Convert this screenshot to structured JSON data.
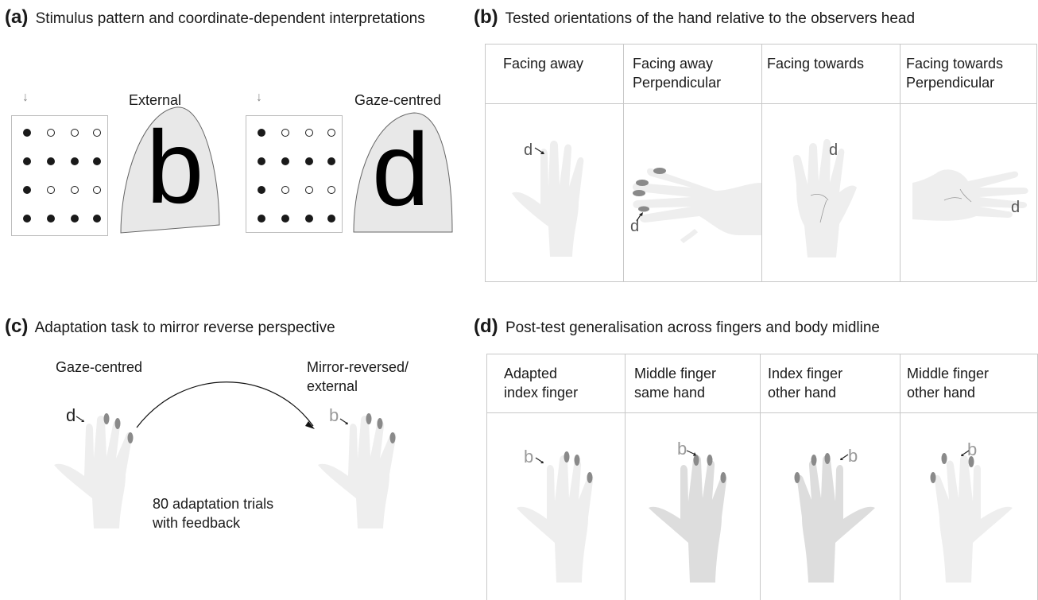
{
  "panel_a": {
    "tag": "(a)",
    "title": "Stimulus pattern and coordinate-dependent interpretations",
    "left_label": "External",
    "left_letter": "b",
    "right_label": "Gaze-centred",
    "right_letter": "d",
    "arrow_glyph": "↓",
    "left_grid": [
      [
        1,
        0,
        0,
        0
      ],
      [
        1,
        1,
        1,
        1
      ],
      [
        1,
        0,
        0,
        0
      ],
      [
        1,
        1,
        1,
        1
      ]
    ],
    "right_grid": [
      [
        1,
        0,
        0,
        0
      ],
      [
        1,
        1,
        1,
        1
      ],
      [
        1,
        0,
        0,
        0
      ],
      [
        1,
        1,
        1,
        1
      ]
    ]
  },
  "panel_b": {
    "tag": "(b)",
    "title": "Tested orientations of the hand relative to the observers head",
    "columns": [
      {
        "line1": "Facing away",
        "line2": ""
      },
      {
        "line1": "Facing away",
        "line2": "Perpendicular"
      },
      {
        "line1": "Facing towards",
        "line2": ""
      },
      {
        "line1": "Facing towards",
        "line2": "Perpendicular"
      }
    ],
    "letters": [
      "d",
      "d",
      "d",
      "d"
    ]
  },
  "panel_c": {
    "tag": "(c)",
    "title": "Adaptation task to mirror reverse perspective",
    "left_label": "Gaze-centred",
    "right_label_line1": "Mirror-reversed/",
    "right_label_line2": "external",
    "left_letter": "d",
    "right_letter": "b",
    "caption_line1": "80 adaptation trials",
    "caption_line2": "with feedback"
  },
  "panel_d": {
    "tag": "(d)",
    "title": "Post-test generalisation across fingers and body midline",
    "columns": [
      {
        "line1": "Adapted",
        "line2": "index finger"
      },
      {
        "line1": "Middle finger",
        "line2": "same hand"
      },
      {
        "line1": "Index finger",
        "line2": "other hand"
      },
      {
        "line1": "Middle finger",
        "line2": "other hand"
      }
    ],
    "letters": [
      "b",
      "b",
      "b",
      "b"
    ]
  },
  "colors": {
    "hand": "#eeeeee",
    "hand_dark": "#dddddd",
    "nail": "#8a8a8a",
    "dot": "#1a1a1a",
    "letter_grey": "#9a9a9a",
    "head": "#e8e8e8"
  }
}
